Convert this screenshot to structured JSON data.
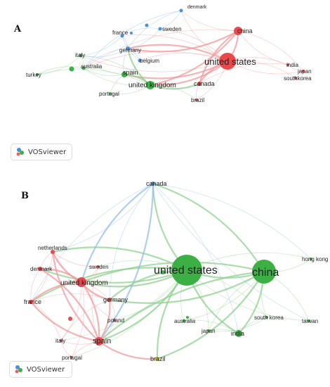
{
  "panels": [
    {
      "letter": "A",
      "branding": "VOSviewer",
      "nodes": [
        {
          "id": "denmark",
          "label": "denmark",
          "cluster": "blue"
        },
        {
          "id": "china",
          "label": "china",
          "cluster": "red"
        },
        {
          "id": "france",
          "label": "france",
          "cluster": "blue"
        },
        {
          "id": "sweden",
          "label": "sweden",
          "cluster": "blue"
        },
        {
          "id": "italy",
          "label": "italy",
          "cluster": "green"
        },
        {
          "id": "germany",
          "label": "germany",
          "cluster": "blue"
        },
        {
          "id": "belgium",
          "label": "belgium",
          "cluster": "blue"
        },
        {
          "id": "australia",
          "label": "australia",
          "cluster": "green"
        },
        {
          "id": "united_states",
          "label": "united states",
          "cluster": "red"
        },
        {
          "id": "spain",
          "label": "spain",
          "cluster": "green"
        },
        {
          "id": "turkey",
          "label": "turkey",
          "cluster": "green"
        },
        {
          "id": "united_kingdom",
          "label": "united kingdom",
          "cluster": "green"
        },
        {
          "id": "india",
          "label": "india",
          "cluster": "red"
        },
        {
          "id": "japan",
          "label": "japan",
          "cluster": "red"
        },
        {
          "id": "south_korea",
          "label": "southkorea",
          "cluster": "red"
        },
        {
          "id": "canada",
          "label": "canada",
          "cluster": "red"
        },
        {
          "id": "portugal",
          "label": "portugal",
          "cluster": "green"
        },
        {
          "id": "brazil",
          "label": "brazil",
          "cluster": "red"
        }
      ],
      "links": [
        [
          "united_states",
          "china"
        ],
        [
          "united_states",
          "united_kingdom"
        ],
        [
          "united_states",
          "canada"
        ],
        [
          "united_states",
          "india"
        ],
        [
          "united_states",
          "japan"
        ],
        [
          "united_states",
          "south_korea"
        ],
        [
          "united_states",
          "germany"
        ],
        [
          "united_states",
          "spain"
        ],
        [
          "united_states",
          "australia"
        ],
        [
          "united_states",
          "italy"
        ],
        [
          "united_states",
          "france"
        ],
        [
          "united_states",
          "brazil"
        ],
        [
          "united_states",
          "sweden"
        ],
        [
          "united_states",
          "denmark"
        ],
        [
          "united_states",
          "belgium"
        ],
        [
          "china",
          "united_kingdom"
        ],
        [
          "china",
          "india"
        ],
        [
          "china",
          "germany"
        ],
        [
          "china",
          "australia"
        ],
        [
          "china",
          "japan"
        ],
        [
          "china",
          "canada"
        ],
        [
          "china",
          "denmark"
        ],
        [
          "united_kingdom",
          "spain"
        ],
        [
          "united_kingdom",
          "australia"
        ],
        [
          "united_kingdom",
          "italy"
        ],
        [
          "united_kingdom",
          "germany"
        ],
        [
          "united_kingdom",
          "canada"
        ],
        [
          "united_kingdom",
          "portugal"
        ],
        [
          "united_kingdom",
          "turkey"
        ],
        [
          "united_kingdom",
          "brazil"
        ],
        [
          "germany",
          "france"
        ],
        [
          "germany",
          "belgium"
        ],
        [
          "germany",
          "sweden"
        ],
        [
          "germany",
          "denmark"
        ],
        [
          "germany",
          "spain"
        ],
        [
          "germany",
          "italy"
        ],
        [
          "germany",
          "australia"
        ],
        [
          "france",
          "sweden"
        ],
        [
          "france",
          "belgium"
        ],
        [
          "france",
          "italy"
        ],
        [
          "sweden",
          "denmark"
        ],
        [
          "italy",
          "australia"
        ],
        [
          "italy",
          "spain"
        ],
        [
          "italy",
          "turkey"
        ],
        [
          "spain",
          "portugal"
        ],
        [
          "spain",
          "australia"
        ],
        [
          "australia",
          "turkey"
        ],
        [
          "belgium",
          "spain"
        ],
        [
          "denmark",
          "australia"
        ],
        [
          "canada",
          "india"
        ],
        [
          "india",
          "japan"
        ],
        [
          "japan",
          "south_korea"
        ],
        [
          "canada",
          "brazil"
        ]
      ]
    },
    {
      "letter": "B",
      "branding": "VOSviewer",
      "nodes": [
        {
          "id": "canada",
          "label": "canada",
          "cluster": "blue"
        },
        {
          "id": "netherlands",
          "label": "netherlands",
          "cluster": "red"
        },
        {
          "id": "denmark",
          "label": "denmark",
          "cluster": "red"
        },
        {
          "id": "sweden",
          "label": "sweden",
          "cluster": "red"
        },
        {
          "id": "united_states",
          "label": "united states",
          "cluster": "green"
        },
        {
          "id": "china",
          "label": "china",
          "cluster": "green"
        },
        {
          "id": "hong_kong",
          "label": "hong kong",
          "cluster": "green"
        },
        {
          "id": "united_kingdom",
          "label": "united kingdom",
          "cluster": "red"
        },
        {
          "id": "germany",
          "label": "germany",
          "cluster": "red"
        },
        {
          "id": "france",
          "label": "france",
          "cluster": "red"
        },
        {
          "id": "poland",
          "label": "poland",
          "cluster": "red"
        },
        {
          "id": "australia",
          "label": "australia",
          "cluster": "green"
        },
        {
          "id": "spain_x",
          "label": "",
          "cluster": "green"
        },
        {
          "id": "south_korea",
          "label": "south korea",
          "cluster": "green"
        },
        {
          "id": "taiwan",
          "label": "taiwan",
          "cluster": "green"
        },
        {
          "id": "japan",
          "label": "japan",
          "cluster": "green"
        },
        {
          "id": "india",
          "label": "india",
          "cluster": "green"
        },
        {
          "id": "italy",
          "label": "italy",
          "cluster": "red"
        },
        {
          "id": "spain",
          "label": "spain",
          "cluster": "red"
        },
        {
          "id": "portugal",
          "label": "portugal",
          "cluster": "red"
        },
        {
          "id": "brazil",
          "label": "brazil",
          "cluster": "yellow"
        }
      ],
      "links": [
        [
          "united_states",
          "china"
        ],
        [
          "united_states",
          "canada"
        ],
        [
          "china",
          "canada"
        ],
        [
          "united_states",
          "united_kingdom"
        ],
        [
          "united_states",
          "germany"
        ],
        [
          "united_states",
          "spain"
        ],
        [
          "united_states",
          "france"
        ],
        [
          "united_states",
          "italy"
        ],
        [
          "united_states",
          "netherlands"
        ],
        [
          "united_states",
          "denmark"
        ],
        [
          "united_states",
          "sweden"
        ],
        [
          "united_states",
          "poland"
        ],
        [
          "united_states",
          "australia"
        ],
        [
          "united_states",
          "japan"
        ],
        [
          "united_states",
          "india"
        ],
        [
          "united_states",
          "south_korea"
        ],
        [
          "united_states",
          "taiwan"
        ],
        [
          "united_states",
          "hong_kong"
        ],
        [
          "united_states",
          "brazil"
        ],
        [
          "united_states",
          "portugal"
        ],
        [
          "china",
          "hong_kong"
        ],
        [
          "china",
          "taiwan"
        ],
        [
          "china",
          "south_korea"
        ],
        [
          "china",
          "india"
        ],
        [
          "china",
          "japan"
        ],
        [
          "china",
          "australia"
        ],
        [
          "china",
          "united_kingdom"
        ],
        [
          "china",
          "germany"
        ],
        [
          "china",
          "spain"
        ],
        [
          "china",
          "brazil"
        ],
        [
          "canada",
          "united_kingdom"
        ],
        [
          "canada",
          "netherlands"
        ],
        [
          "canada",
          "france"
        ],
        [
          "canada",
          "spain"
        ],
        [
          "canada",
          "germany"
        ],
        [
          "canada",
          "india"
        ],
        [
          "canada",
          "taiwan"
        ],
        [
          "canada",
          "hong_kong"
        ],
        [
          "united_kingdom",
          "germany"
        ],
        [
          "united_kingdom",
          "spain"
        ],
        [
          "united_kingdom",
          "france"
        ],
        [
          "united_kingdom",
          "netherlands"
        ],
        [
          "united_kingdom",
          "denmark"
        ],
        [
          "united_kingdom",
          "italy"
        ],
        [
          "united_kingdom",
          "sweden"
        ],
        [
          "united_kingdom",
          "portugal"
        ],
        [
          "united_kingdom",
          "poland"
        ],
        [
          "germany",
          "spain"
        ],
        [
          "germany",
          "france"
        ],
        [
          "germany",
          "netherlands"
        ],
        [
          "germany",
          "italy"
        ],
        [
          "germany",
          "poland"
        ],
        [
          "germany",
          "denmark"
        ],
        [
          "spain",
          "italy"
        ],
        [
          "spain",
          "portugal"
        ],
        [
          "spain",
          "france"
        ],
        [
          "spain",
          "brazil"
        ],
        [
          "france",
          "italy"
        ],
        [
          "france",
          "netherlands"
        ],
        [
          "denmark",
          "netherlands"
        ],
        [
          "denmark",
          "france"
        ],
        [
          "sweden",
          "netherlands"
        ],
        [
          "italy",
          "portugal"
        ],
        [
          "india",
          "south_korea"
        ],
        [
          "india",
          "japan"
        ],
        [
          "australia",
          "india"
        ],
        [
          "japan",
          "south_korea"
        ],
        [
          "poland",
          "spain"
        ],
        [
          "netherlands",
          "spain"
        ],
        [
          "denmark",
          "spain"
        ],
        [
          "sweden",
          "spain"
        ]
      ]
    }
  ],
  "colors": {
    "red": "#e8494c",
    "green": "#3cb044",
    "blue": "#4a90d9",
    "yellow": "#d6c21e",
    "red_link": "#f09a9c",
    "green_link": "#8fd08f",
    "blue_link": "#93bde8",
    "yellow_link": "#e6d86a"
  },
  "icons": {
    "branding_logo": "vosviewer-logo-icon"
  }
}
